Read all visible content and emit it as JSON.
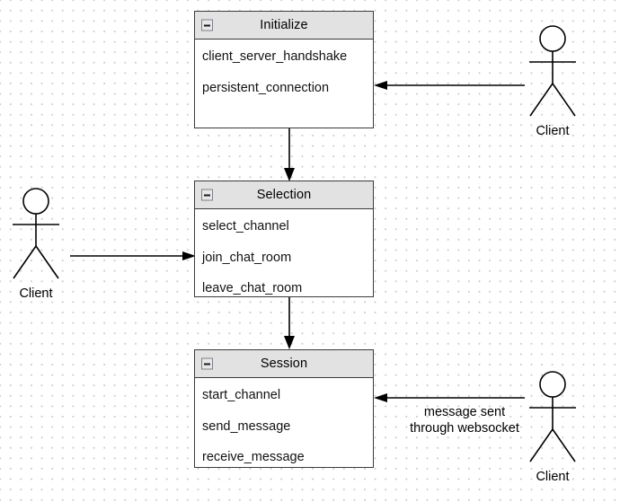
{
  "diagram": {
    "type": "uml-state-diagram",
    "background": "#ffffff",
    "grid_dot_color": "#c9c9d2",
    "box_border_color": "#3a3a3a",
    "header_fill": "#e2e2e2"
  },
  "boxes": [
    {
      "id": "initialize",
      "title": "Initialize",
      "collapse_icon": "minus-box-icon",
      "members": [
        "client_server_handshake",
        "persistent_connection"
      ]
    },
    {
      "id": "selection",
      "title": "Selection",
      "collapse_icon": "minus-box-icon",
      "members": [
        "select_channel",
        "join_chat_room",
        "leave_chat_room"
      ]
    },
    {
      "id": "session",
      "title": "Session",
      "collapse_icon": "minus-box-icon",
      "members": [
        "start_channel",
        "send_message",
        "receive_message"
      ]
    }
  ],
  "actors": [
    {
      "id": "actor-top-right",
      "label": "Client"
    },
    {
      "id": "actor-middle-left",
      "label": "Client"
    },
    {
      "id": "actor-bottom-right",
      "label": "Client"
    }
  ],
  "edges": [
    {
      "id": "edge-initialize-to-selection",
      "label": "",
      "direction": "down"
    },
    {
      "id": "edge-selection-to-session",
      "label": "",
      "direction": "down"
    },
    {
      "id": "edge-actor-top-to-initialize",
      "label": "",
      "direction": "left"
    },
    {
      "id": "edge-actor-middle-to-selection",
      "label": "",
      "direction": "right"
    },
    {
      "id": "edge-actor-bottom-to-session",
      "label": "message sent\nthrough websocket",
      "direction": "left"
    }
  ]
}
